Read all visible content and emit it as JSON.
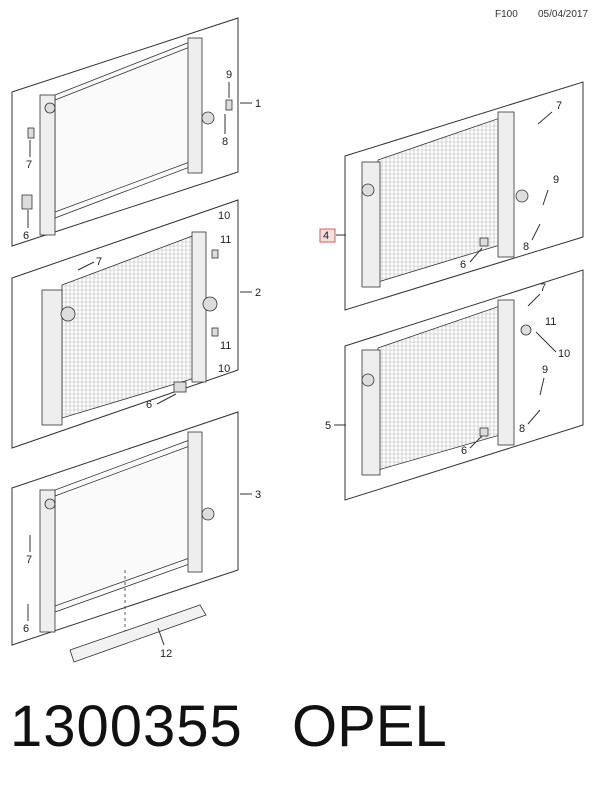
{
  "header": {
    "code": "F100",
    "date": "05/04/2017"
  },
  "footer": {
    "part_number": "1300355",
    "brand": "OPEL"
  },
  "callouts": {
    "p1": {
      "c1": "1",
      "c9": "9",
      "c8": "8",
      "c7": "7",
      "c6": "6"
    },
    "p2": {
      "c2": "2",
      "c10a": "10",
      "c11a": "11",
      "c7": "7",
      "c11b": "11",
      "c10b": "10",
      "c6": "6"
    },
    "p3": {
      "c3": "3",
      "c7": "7",
      "c6": "6",
      "c12": "12"
    },
    "p4": {
      "c4": "4",
      "c7": "7",
      "c9": "9",
      "c8": "8",
      "c6": "6"
    },
    "p5": {
      "c5": "5",
      "c7": "7",
      "c11": "11",
      "c10": "10",
      "c9": "9",
      "c8": "8",
      "c6": "6"
    }
  },
  "highlight": {
    "color": "#e05a5a",
    "fill": "#f6dede"
  }
}
